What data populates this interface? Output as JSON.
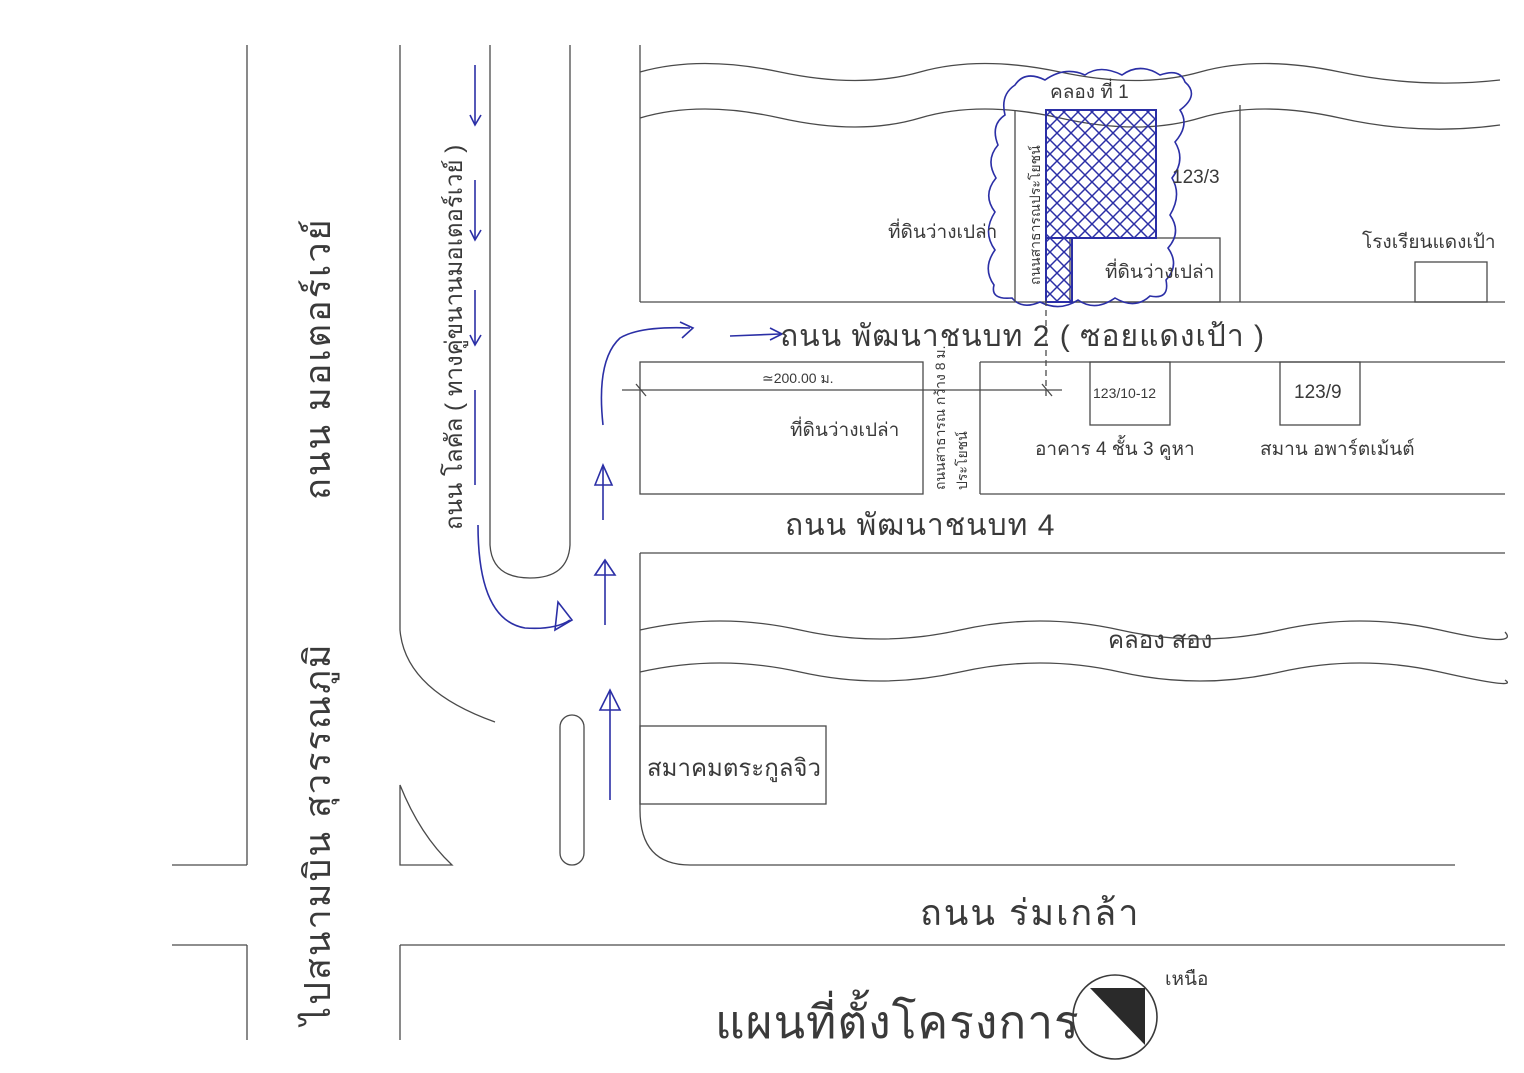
{
  "map": {
    "title": "แผนที่ตั้งโครงการ",
    "north_label": "เหนือ",
    "roads": {
      "motorway": "ถนน มอเตอร์เวย์",
      "to_airport": "ไปสนามบิน สุวรรณภูมิ",
      "local_road": "ถนน โลคัล ( ทางคู่ขนานมอเตอร์เวย์ )",
      "pattana_2": "ถนน พัฒนาชนบท 2 ( ซอยแดงเป้า )",
      "pattana_4": "ถนน พัฒนาชนบท 4",
      "romklao": "ถนน ร่มเกล้า",
      "public_road_north": "ถนนสาธารณประโยชน์",
      "public_road_south_1": "ถนนสาธารณ กว้าง 8 ม.",
      "public_road_south_2": "ประโยชน์"
    },
    "canals": {
      "canal_1": "คลอง ที่ 1",
      "canal_2": "คลอง สอง"
    },
    "places": {
      "vacant_land_west": "ที่ดินว่างเปล่า",
      "vacant_land_east": "ที่ดินว่างเปล่า",
      "vacant_land_south": "ที่ดินว่างเปล่า",
      "plot_123_3": "123/3",
      "school": "โรงเรียนแดงเป้า",
      "plot_123_10_12": "123/10-12",
      "plot_123_9": "123/9",
      "building_4_floor": "อาคาร 4 ชั้น 3 คูหา",
      "apartment": "สมาน อพาร์ตเม้นต์",
      "association": "สมาคมตระกูลจิว",
      "distance": "≃200.00 ม."
    }
  }
}
